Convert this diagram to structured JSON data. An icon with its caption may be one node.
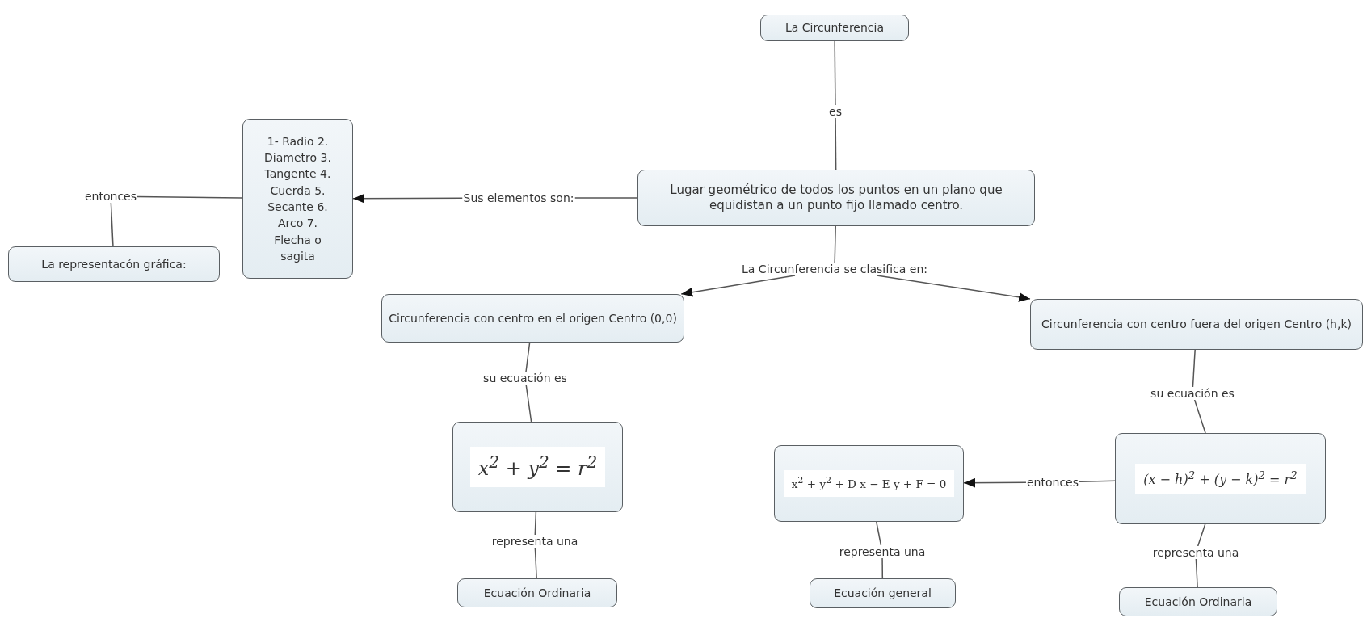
{
  "diagram": {
    "nodes": [
      {
        "text": [
          "La Circunferencia"
        ]
      },
      {
        "text": [
          "es"
        ]
      },
      {
        "text": [
          "Lugar geométrico de todos los puntos en un plano que equidistan a un punto fijo llamado centro."
        ]
      },
      {
        "text": [
          "Sus elementos son:"
        ]
      },
      {
        "text": [
          "1- Radio 2. Diametro 3. Tangente 4. Cuerda 5. Secante 6. Arco 7. Flecha o sagita"
        ]
      },
      {
        "text": [
          "entonces"
        ]
      },
      {
        "text": [
          "La representacón gráfica:"
        ]
      },
      {
        "text": [
          "La Circunferencia se clasifica en:"
        ]
      },
      {
        "text": [
          "Circunferencia con centro en el origen Centro (0,0)"
        ]
      },
      {
        "text": [
          "Circunferencia con centro fuera del origen Centro (h,k)"
        ]
      },
      {
        "text": [
          "su ecuación es"
        ]
      },
      {
        "text": [
          "x$^{2}$ + y$^{2}$ = r$^{2}$"
        ]
      },
      {
        "text": [
          "representa una"
        ]
      },
      {
        "text": [
          "Ecuación Ordinaria"
        ]
      },
      {
        "text": [
          "su ecuación es"
        ]
      },
      {
        "text": [
          "(x − h)$^{2}$ + (y − k)$^{2}$ = r$^{2}$"
        ]
      },
      {
        "text": [
          "entonces"
        ]
      },
      {
        "text": [
          "x$^{2}$ + y$^{2}$ + D x − E y + F = 0"
        ]
      },
      {
        "text": [
          "representa una"
        ]
      },
      {
        "text": [
          "Ecuación general"
        ]
      },
      {
        "text": [
          "representa una"
        ]
      },
      {
        "text": [
          "Ecuación Ordinaria"
        ]
      }
    ],
    "edges": [
      {
        "from": 0,
        "to": 1,
        "arrow": "none"
      },
      {
        "from": 1,
        "to": 2,
        "arrow": "none"
      },
      {
        "from": 2,
        "to": 3,
        "arrow": "none"
      },
      {
        "from": 3,
        "to": 4,
        "arrow": "to"
      },
      {
        "from": 4,
        "to": 5,
        "arrow": "none"
      },
      {
        "from": 5,
        "to": 6,
        "arrow": "none"
      },
      {
        "from": 2,
        "to": 7,
        "arrow": "none"
      },
      {
        "from": 7,
        "to": 8,
        "arrow": "to"
      },
      {
        "from": 7,
        "to": 9,
        "arrow": "to"
      },
      {
        "from": 8,
        "to": 10,
        "arrow": "none"
      },
      {
        "from": 10,
        "to": 11,
        "arrow": "none"
      },
      {
        "from": 11,
        "to": 12,
        "arrow": "none"
      },
      {
        "from": 12,
        "to": 13,
        "arrow": "none"
      },
      {
        "from": 9,
        "to": 14,
        "arrow": "none"
      },
      {
        "from": 14,
        "to": 15,
        "arrow": "none"
      },
      {
        "from": 15,
        "to": 16,
        "arrow": "none"
      },
      {
        "from": 16,
        "to": 17,
        "arrow": "to"
      },
      {
        "from": 17,
        "to": 18,
        "arrow": "none"
      },
      {
        "from": 18,
        "to": 19,
        "arrow": "none"
      },
      {
        "from": 15,
        "to": 20,
        "arrow": "none"
      },
      {
        "from": 20,
        "to": 21,
        "arrow": "none"
      }
    ]
  }
}
